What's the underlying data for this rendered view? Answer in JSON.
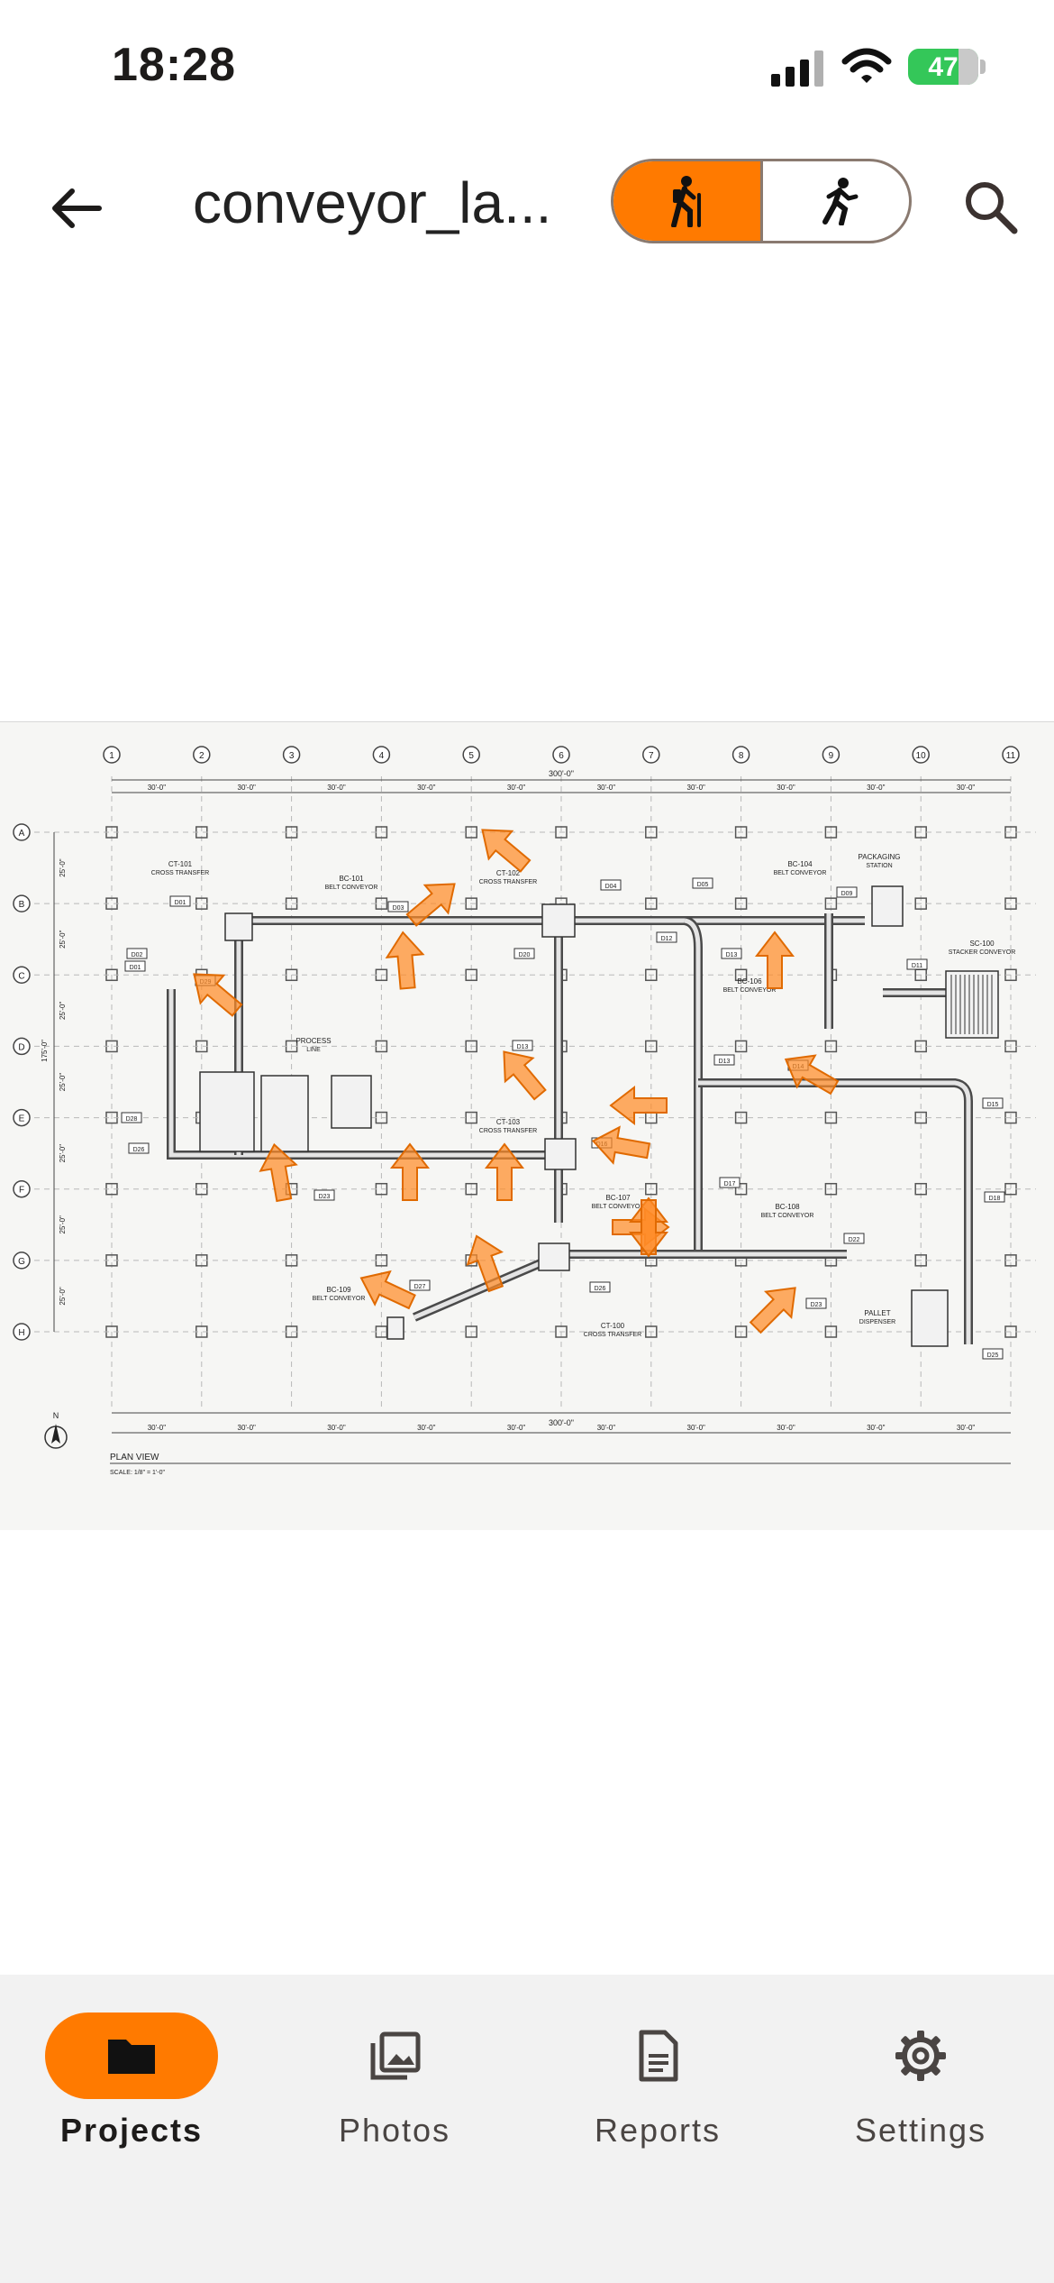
{
  "status_bar": {
    "time": "18:28",
    "battery": "47"
  },
  "header": {
    "title": "conveyor_la...",
    "back_icon": "arrow-left-icon",
    "mode_walk_icon": "hiker-icon",
    "mode_run_icon": "runner-icon",
    "search_icon": "search-icon",
    "accent": "#ff7a00"
  },
  "plan": {
    "col_labels": [
      "1",
      "2",
      "3",
      "4",
      "5",
      "6",
      "7",
      "8",
      "9",
      "10",
      "11"
    ],
    "row_labels": [
      "A",
      "B",
      "C",
      "D",
      "E",
      "F",
      "G",
      "H"
    ],
    "overall_dim": "300'-0\"",
    "bay_dim": "30'-0\"",
    "vert_dims": [
      "25'-0\"",
      "25'-0\"",
      "25'-0\"",
      "25'-0\"",
      "25'-0\"",
      "25'-0\"",
      "25'-0\""
    ],
    "vert_total": "175'-0\"",
    "equipment": [
      {
        "tag": "CT-101",
        "desc": "CROSS TRANSFER"
      },
      {
        "tag": "BC-101",
        "desc": "BELT CONVEYOR"
      },
      {
        "tag": "CT-102",
        "desc": "CROSS TRANSFER"
      },
      {
        "tag": "BC-104",
        "desc": "BELT CONVEYOR"
      },
      {
        "tag": "PACKAGING",
        "desc": "STATION"
      },
      {
        "tag": "SC-100",
        "desc": "STACKER CONVEYOR"
      },
      {
        "tag": "BC-106",
        "desc": "BELT CONVEYOR"
      },
      {
        "tag": "PROCESS",
        "desc": "LINE"
      },
      {
        "tag": "CT-103",
        "desc": "CROSS TRANSFER"
      },
      {
        "tag": "BC-107",
        "desc": "BELT CONVEYOR"
      },
      {
        "tag": "BC-108",
        "desc": "BELT CONVEYOR"
      },
      {
        "tag": "BC-109",
        "desc": "BELT CONVEYOR"
      },
      {
        "tag": "CT-100",
        "desc": "CROSS TRANSFER"
      },
      {
        "tag": "PALLET",
        "desc": "DISPENSER"
      }
    ],
    "tags": [
      "D01",
      "D02",
      "D01",
      "D29",
      "D03",
      "D20",
      "D04",
      "D05",
      "D09",
      "D12",
      "D13",
      "D11",
      "D13",
      "D13",
      "D14",
      "D15",
      "D28",
      "D26",
      "D23",
      "D16",
      "D17",
      "D18",
      "D22",
      "D27",
      "D26",
      "D23",
      "D25"
    ],
    "north": "N",
    "view_title": "PLAN VIEW",
    "scale": "SCALE: 1/8\" = 1'-0\""
  },
  "nav": [
    {
      "label": "Projects",
      "icon": "folder-icon",
      "active": true
    },
    {
      "label": "Photos",
      "icon": "photos-icon",
      "active": false
    },
    {
      "label": "Reports",
      "icon": "document-icon",
      "active": false
    },
    {
      "label": "Settings",
      "icon": "gear-icon",
      "active": false
    }
  ]
}
